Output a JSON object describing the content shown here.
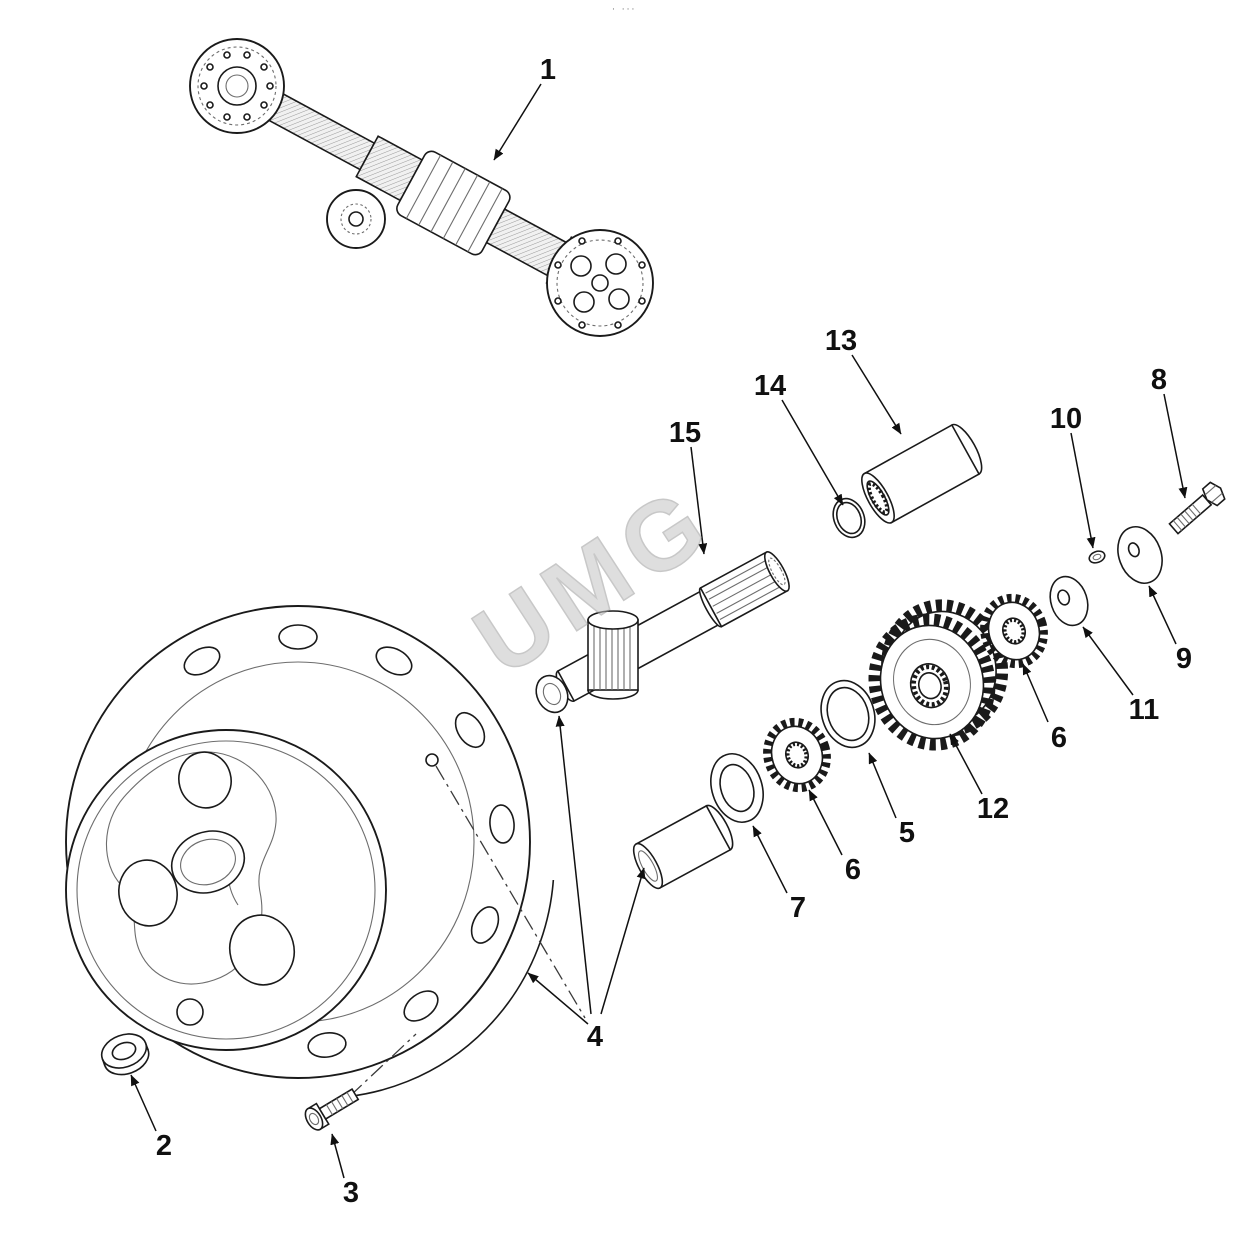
{
  "page": {
    "background": "#ffffff",
    "ink": "#1a1a1a",
    "top_marks": "· ···",
    "watermark": {
      "text": "UMG",
      "color": "#c4c4c4"
    }
  },
  "diagram": {
    "name": "axle-hub-exploded-parts-diagram",
    "callouts": [
      {
        "label": "1",
        "part": "axle-assembly"
      },
      {
        "label": "2",
        "part": "plug"
      },
      {
        "label": "3",
        "part": "screw"
      },
      {
        "label": "4",
        "part": "planet-carrier-hub-group"
      },
      {
        "label": "5",
        "part": "retaining-ring"
      },
      {
        "label": "6",
        "part": "planet-gear-left"
      },
      {
        "label": "6",
        "part": "planet-gear-right"
      },
      {
        "label": "7",
        "part": "thrust-washer"
      },
      {
        "label": "8",
        "part": "bolt"
      },
      {
        "label": "9",
        "part": "washer"
      },
      {
        "label": "10",
        "part": "nut"
      },
      {
        "label": "11",
        "part": "washer-small"
      },
      {
        "label": "12",
        "part": "sun-gear"
      },
      {
        "label": "13",
        "part": "bushing"
      },
      {
        "label": "14",
        "part": "snap-ring"
      },
      {
        "label": "15",
        "part": "sun-shaft"
      }
    ]
  }
}
